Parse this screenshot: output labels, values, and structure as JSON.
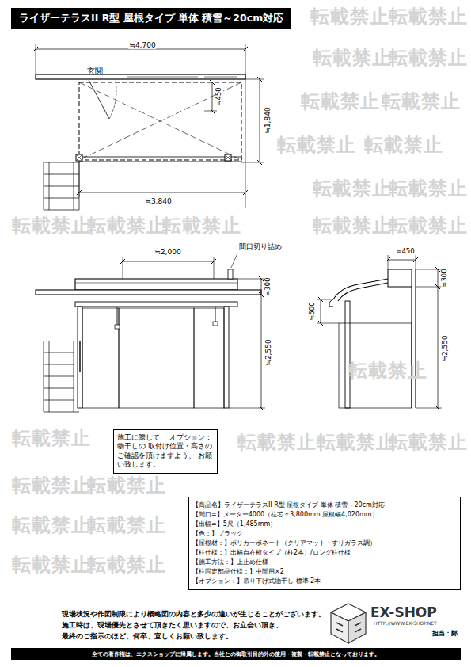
{
  "diagram": {
    "title": "ライザーテラスII R型 屋根タイプ 単体 積雪～20cm対応",
    "nodes": [
      {
        "text": [
          "施工に際して、 オプション：物干しの 取付け位置・高さの ご確認を頂けますよう、 お願い致します。"
        ]
      },
      {
        "text": [
          "【商品名】ライザーテラスII R型 屋根タイプ 単体 積雪～20cm対応",
          "【間口=】メーター4000（柱芯々3,800mm 屋根幅4,020mm）",
          "【出幅=】5尺（1,485mm）",
          "【色：】ブラック",
          "【屋根材：】ポリカーボネート（クリアマット・すりガラス調）",
          "【柱仕様：】出幅自在桁タイプ（柱2本）/ロング柱仕様",
          "【施工方法：】上止め仕様",
          "【柱固定部品仕様：】中間用×2",
          "【オプション：】吊り下げ式物干し 標準 2本"
        ]
      }
    ],
    "labels": [
      "≒4,700",
      "玄関",
      "≒450",
      "≒1,840",
      "≒3,840",
      "≒2,000",
      "間口切り詰め",
      "≒300",
      "≒2,550",
      "≒450",
      "≒300",
      "≒500",
      "≒2,550",
      "現場状況や作図制限により概略図の内容と多少の違いが生じることがございます。",
      "施工時は、現場優先とさせて頂きたく思いますので、お立会い頂き、",
      "最終のご指示のほど、何卒、宜しくお願い致します。",
      "EX-SHOP",
      "HTTP://WWW.EX-SHOP.NET",
      "担当：鄭",
      "全ての著作権は、エクスショップに帰属します。当社との御取引目的外の使用・複製・転載禁止となっております。",
      "転載禁止",
      "転載禁止",
      "転載禁止",
      "転載禁止",
      "転載禁止",
      "転載禁止",
      "転載禁止",
      "転載禁止",
      "転載禁止",
      "転載禁止",
      "転載禁止",
      "転載禁止",
      "転載禁止",
      "転載禁止",
      "転載禁止",
      "転載禁止",
      "転載禁止",
      "転載禁止",
      "転載禁止",
      "転載禁止",
      "転載禁止",
      "転載禁止",
      "転載禁止",
      "転載禁止",
      "転載禁止",
      "転載禁止"
    ]
  }
}
